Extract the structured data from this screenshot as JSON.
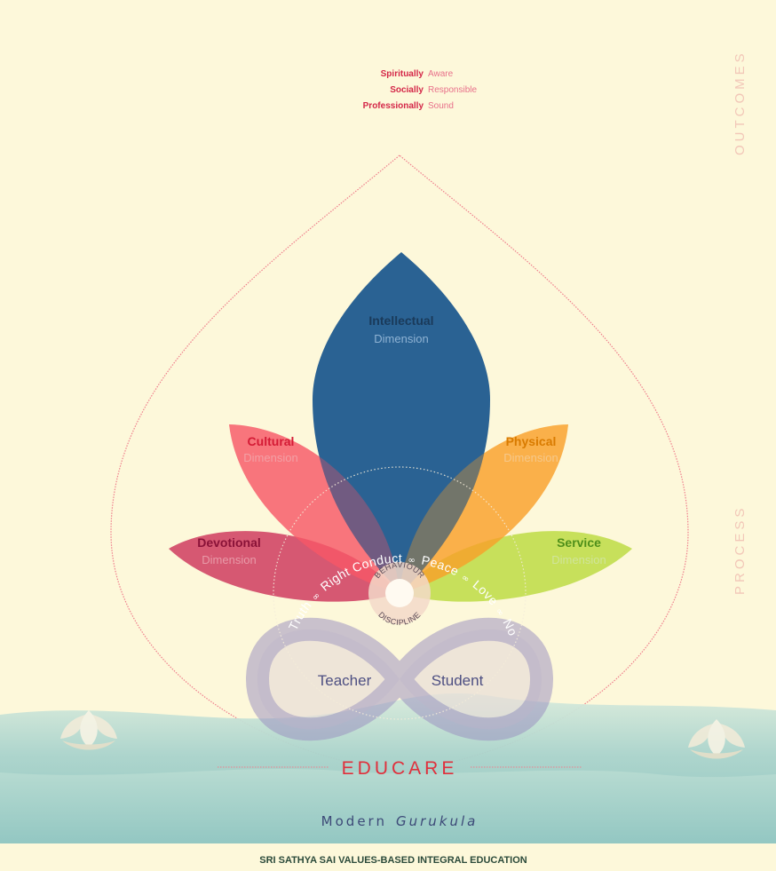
{
  "outcomes": {
    "lines": [
      {
        "left": "Spiritually",
        "right": "Aware"
      },
      {
        "left": "Socially",
        "right": "Responsible"
      },
      {
        "left": "Professionally",
        "right": "Sound"
      }
    ]
  },
  "side_labels": {
    "outcomes": "OUTCOMES",
    "process": "PROCESS"
  },
  "dimensions": [
    {
      "title": "Intellectual",
      "sub": "Dimension",
      "color": "#1f5a8f",
      "title_color": "#1a3a5a",
      "sub_color": "#8fb3d4"
    },
    {
      "title": "Cultural",
      "sub": "Dimension",
      "color": "#f65868",
      "title_color": "#d41a35",
      "sub_color": "#f3a0a5"
    },
    {
      "title": "Physical",
      "sub": "Dimension",
      "color": "#f8a02a",
      "title_color": "#d97b00",
      "sub_color": "#f6c88a"
    },
    {
      "title": "Devotional",
      "sub": "Dimension",
      "color": "#cc2f58",
      "title_color": "#8a1238",
      "sub_color": "#e89aa8"
    },
    {
      "title": "Service",
      "sub": "Dimension",
      "color": "#b9d93b",
      "title_color": "#4f8f1a",
      "sub_color": "#d0e49a"
    }
  ],
  "values": {
    "truth": "Truth",
    "right_conduct": "Right Conduct",
    "peace": "Peace",
    "love": "Love",
    "non_violence": "Non-Violence",
    "separator": "∞"
  },
  "center": {
    "top": "BEHAVIOUR",
    "bottom": "DISCIPLINE"
  },
  "infinity": {
    "left": "Teacher",
    "right": "Student"
  },
  "base": {
    "educare": "EDUCARE",
    "modern": "Modern",
    "gurukula": "Gurukula",
    "footer": "SRI SATHYA SAI VALUES-BASED INTEGRAL EDUCATION"
  },
  "colors": {
    "background": "#fdf8da",
    "drop_outline": "#ef7e8c",
    "water_light": "#cfe3d6",
    "water_mid": "#9fcdc8",
    "water_dark": "#78b8b6",
    "infinity": "#9a8fbf"
  }
}
